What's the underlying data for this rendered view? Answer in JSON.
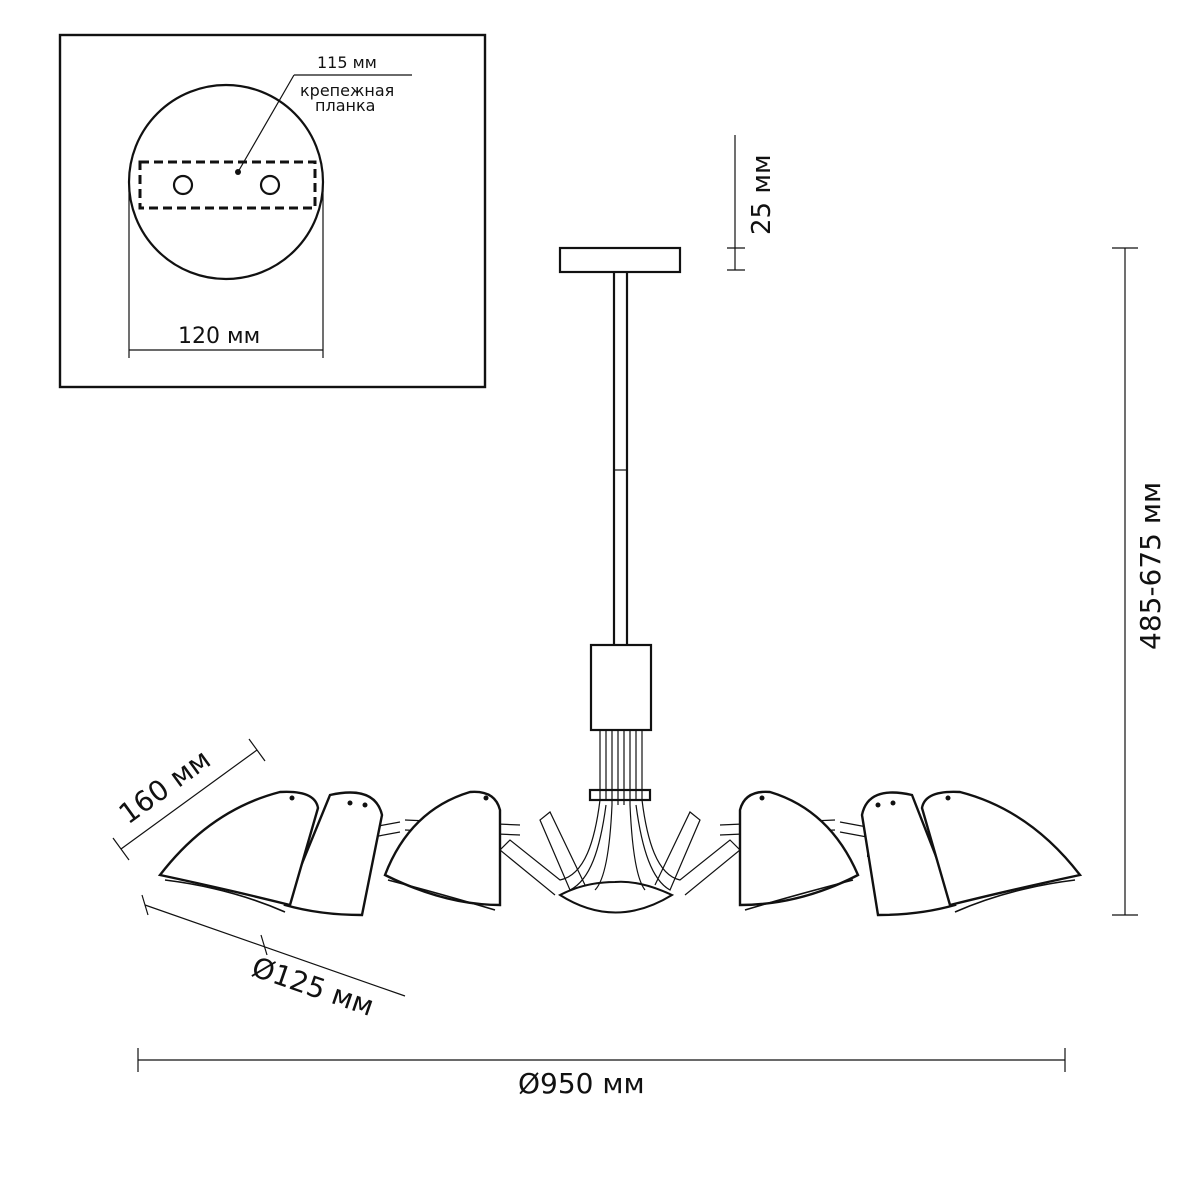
{
  "inset": {
    "plate_width_label": "115 мм",
    "bracket_label_line1": "крепежная",
    "bracket_label_line2": "планка",
    "canopy_diameter_label": "120 мм"
  },
  "dimensions": {
    "canopy_height": "25 мм",
    "total_height": "485-675 мм",
    "shade_length": "160 мм",
    "shade_diameter": "Ø125 мм",
    "total_diameter": "Ø950 мм"
  }
}
